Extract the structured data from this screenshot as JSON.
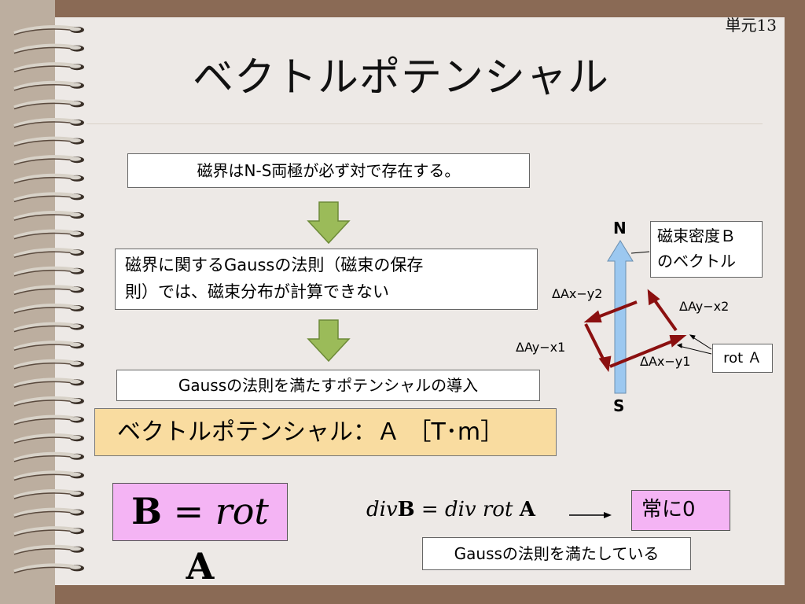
{
  "header": {
    "unit": "単元13",
    "title": "ベクトルポテンシャル"
  },
  "flow": {
    "step1": "磁界はN-S両極が必ず対で存在する。",
    "step2_line1": "磁界に関するGaussの法則（磁束の保存",
    "step2_line2": "則）では、磁束分布が計算できない",
    "step3": "Gaussの法則を満たすポテンシャルの導入",
    "step4": "ベクトルポテンシャル：Ａ ［T･m］"
  },
  "formula": {
    "main_B": "B",
    "main_eq": " = ",
    "main_rot": "rot",
    "main_A": " A",
    "div_eq1": "div",
    "div_eqB": "B",
    "div_eq2": " = ",
    "div_eq3": "div rot ",
    "div_eqA": "A",
    "result": "常に0",
    "note": "Gaussの法則を満たしている"
  },
  "diagram": {
    "north": "N",
    "south": "S",
    "b_label_line1": "磁束密度Ｂ",
    "b_label_line2": "のベクトル",
    "dAx_y2": "ΔAx−y2",
    "dAy_x2": "ΔAy−x2",
    "dAy_x1": "ΔAy−x1",
    "dAx_y1": "ΔAx−y1",
    "rotA": "rot Ａ"
  },
  "colors": {
    "arrow_green": "#9bbb59",
    "flux_blue": "#9cc8f0",
    "dark_red": "#8b1010",
    "highlight_yellow": "#f9dca0",
    "highlight_pink": "#f4b4f4"
  }
}
